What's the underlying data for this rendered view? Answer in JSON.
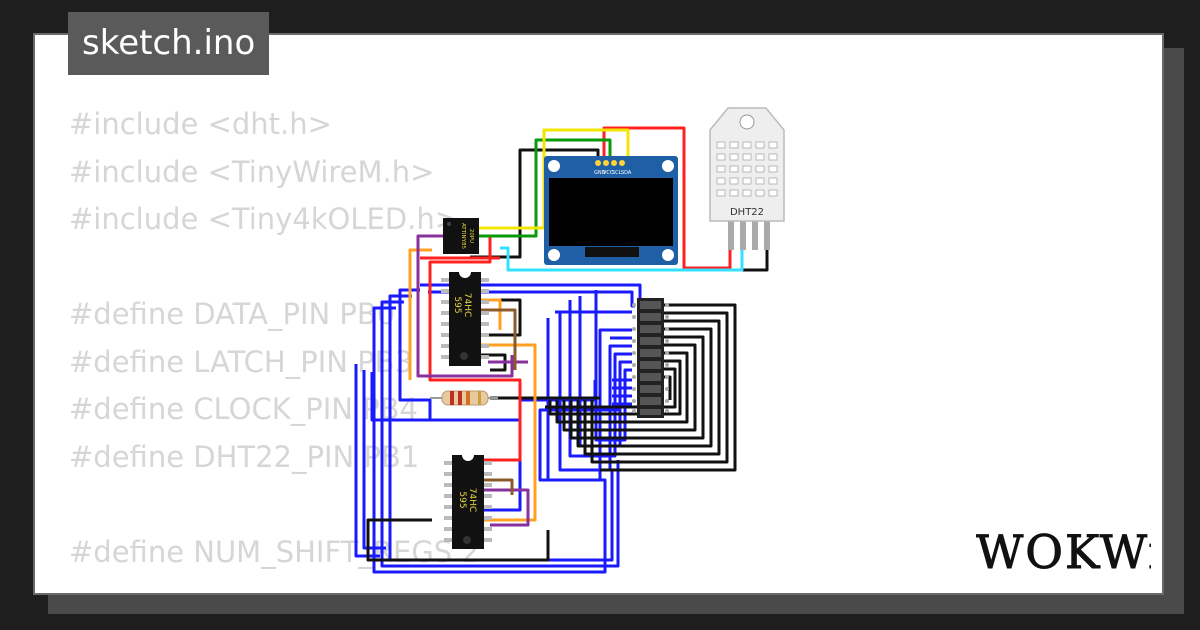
{
  "header": {
    "filename": "sketch.ino"
  },
  "code": {
    "lines": [
      "#include <dht.h>",
      "#include <TinyWireM.h>",
      "#include <Tiny4kOLED.h>",
      "",
      "#define DATA_PIN PB0",
      "#define LATCH_PIN PB3",
      "#define CLOCK_PIN PB4",
      "#define DHT22_PIN PB1",
      "",
      "#define NUM_SHIFT_REGS 2"
    ]
  },
  "circuit": {
    "mcu_label": "ATTINY85",
    "mcu_sublabel": "20PU",
    "shift_register_label_top": "74HC",
    "shift_register_label_bottom": "595",
    "oled_pins": [
      "GND",
      "VCC",
      "SCL",
      "SDA"
    ],
    "sensor_label": "DHT22"
  },
  "logo": {
    "text": "WOKWi"
  },
  "colors": {
    "background": "#1e1e1e",
    "card": "#ffffff",
    "tab": "#5a5a5a",
    "code_text": "#d6d6d6",
    "oled_board": "#1f5fa6",
    "wire_blue": "#1a1aff",
    "wire_red": "#ff2020",
    "wire_black": "#111111",
    "wire_green": "#0a9a0a",
    "wire_yellow": "#f2e600",
    "wire_cyan": "#33e0ff",
    "wire_orange": "#ffa020",
    "wire_purple": "#8a2f9e",
    "wire_brown": "#8b5a2b"
  }
}
